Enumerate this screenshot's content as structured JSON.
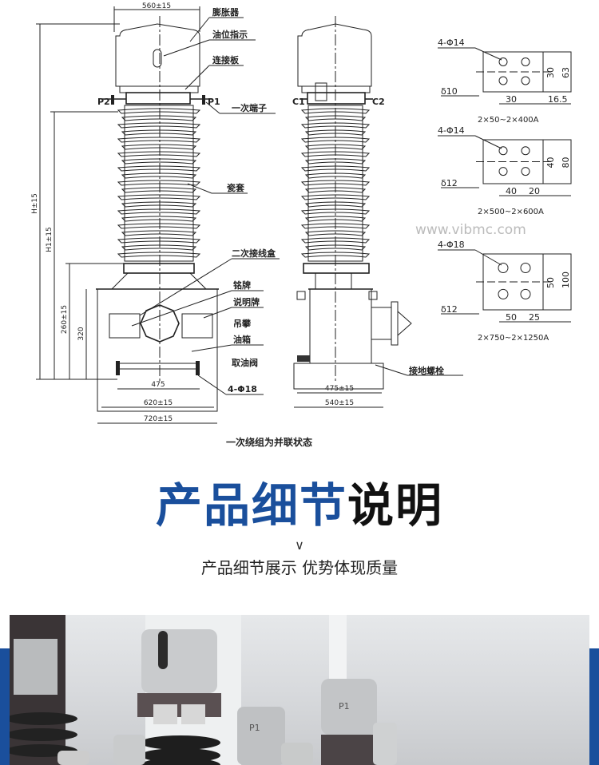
{
  "drawing": {
    "front_view": {
      "top_width": "560±15",
      "labels": {
        "expander": "膨胀器",
        "oil_level": "油位指示",
        "connecting_plate": "连接板",
        "primary_terminal": "一次端子",
        "porcelain": "瓷套",
        "secondary_box": "二次接线盒",
        "nameplate": "铭牌",
        "instruction_plate": "说明牌",
        "lifting_lug": "吊攀",
        "oil_tank": "油箱",
        "oil_valve": "取油阀",
        "mount_holes": "4-Φ18"
      },
      "terminals": [
        "P2",
        "P1"
      ],
      "vertical_dims": [
        "H±15",
        "H1±15",
        "260±15",
        "320"
      ],
      "bottom_dims": [
        "475",
        "620±15",
        "720±15"
      ]
    },
    "side_view": {
      "terminals": [
        "C1",
        "C2"
      ],
      "ground_bolt": "接地螺栓",
      "bottom_dims": [
        "475±15",
        "540±15"
      ]
    },
    "caption": "一次绕组为并联状态",
    "terminal_plates": [
      {
        "holes": "4-Φ14",
        "thickness": "δ10",
        "dims": [
          "30",
          "63",
          "30",
          "16.5"
        ],
        "range": "2×50~2×400A"
      },
      {
        "holes": "4-Φ14",
        "thickness": "δ12",
        "dims": [
          "40",
          "80",
          "40",
          "20"
        ],
        "range": "2×500~2×600A"
      },
      {
        "holes": "4-Φ18",
        "thickness": "δ12",
        "dims": [
          "50",
          "100",
          "50",
          "25"
        ],
        "range": "2×750~2×1250A"
      }
    ],
    "watermark": "www.vibmc.com"
  },
  "section": {
    "title_blue": "产品细节",
    "title_black": "说明",
    "chevron": "∨",
    "subtitle": "产品细节展示 优势体现质量"
  },
  "photo": {
    "markings": [
      "P1",
      "P1"
    ]
  },
  "colors": {
    "brand_blue": "#1a4f9c"
  }
}
